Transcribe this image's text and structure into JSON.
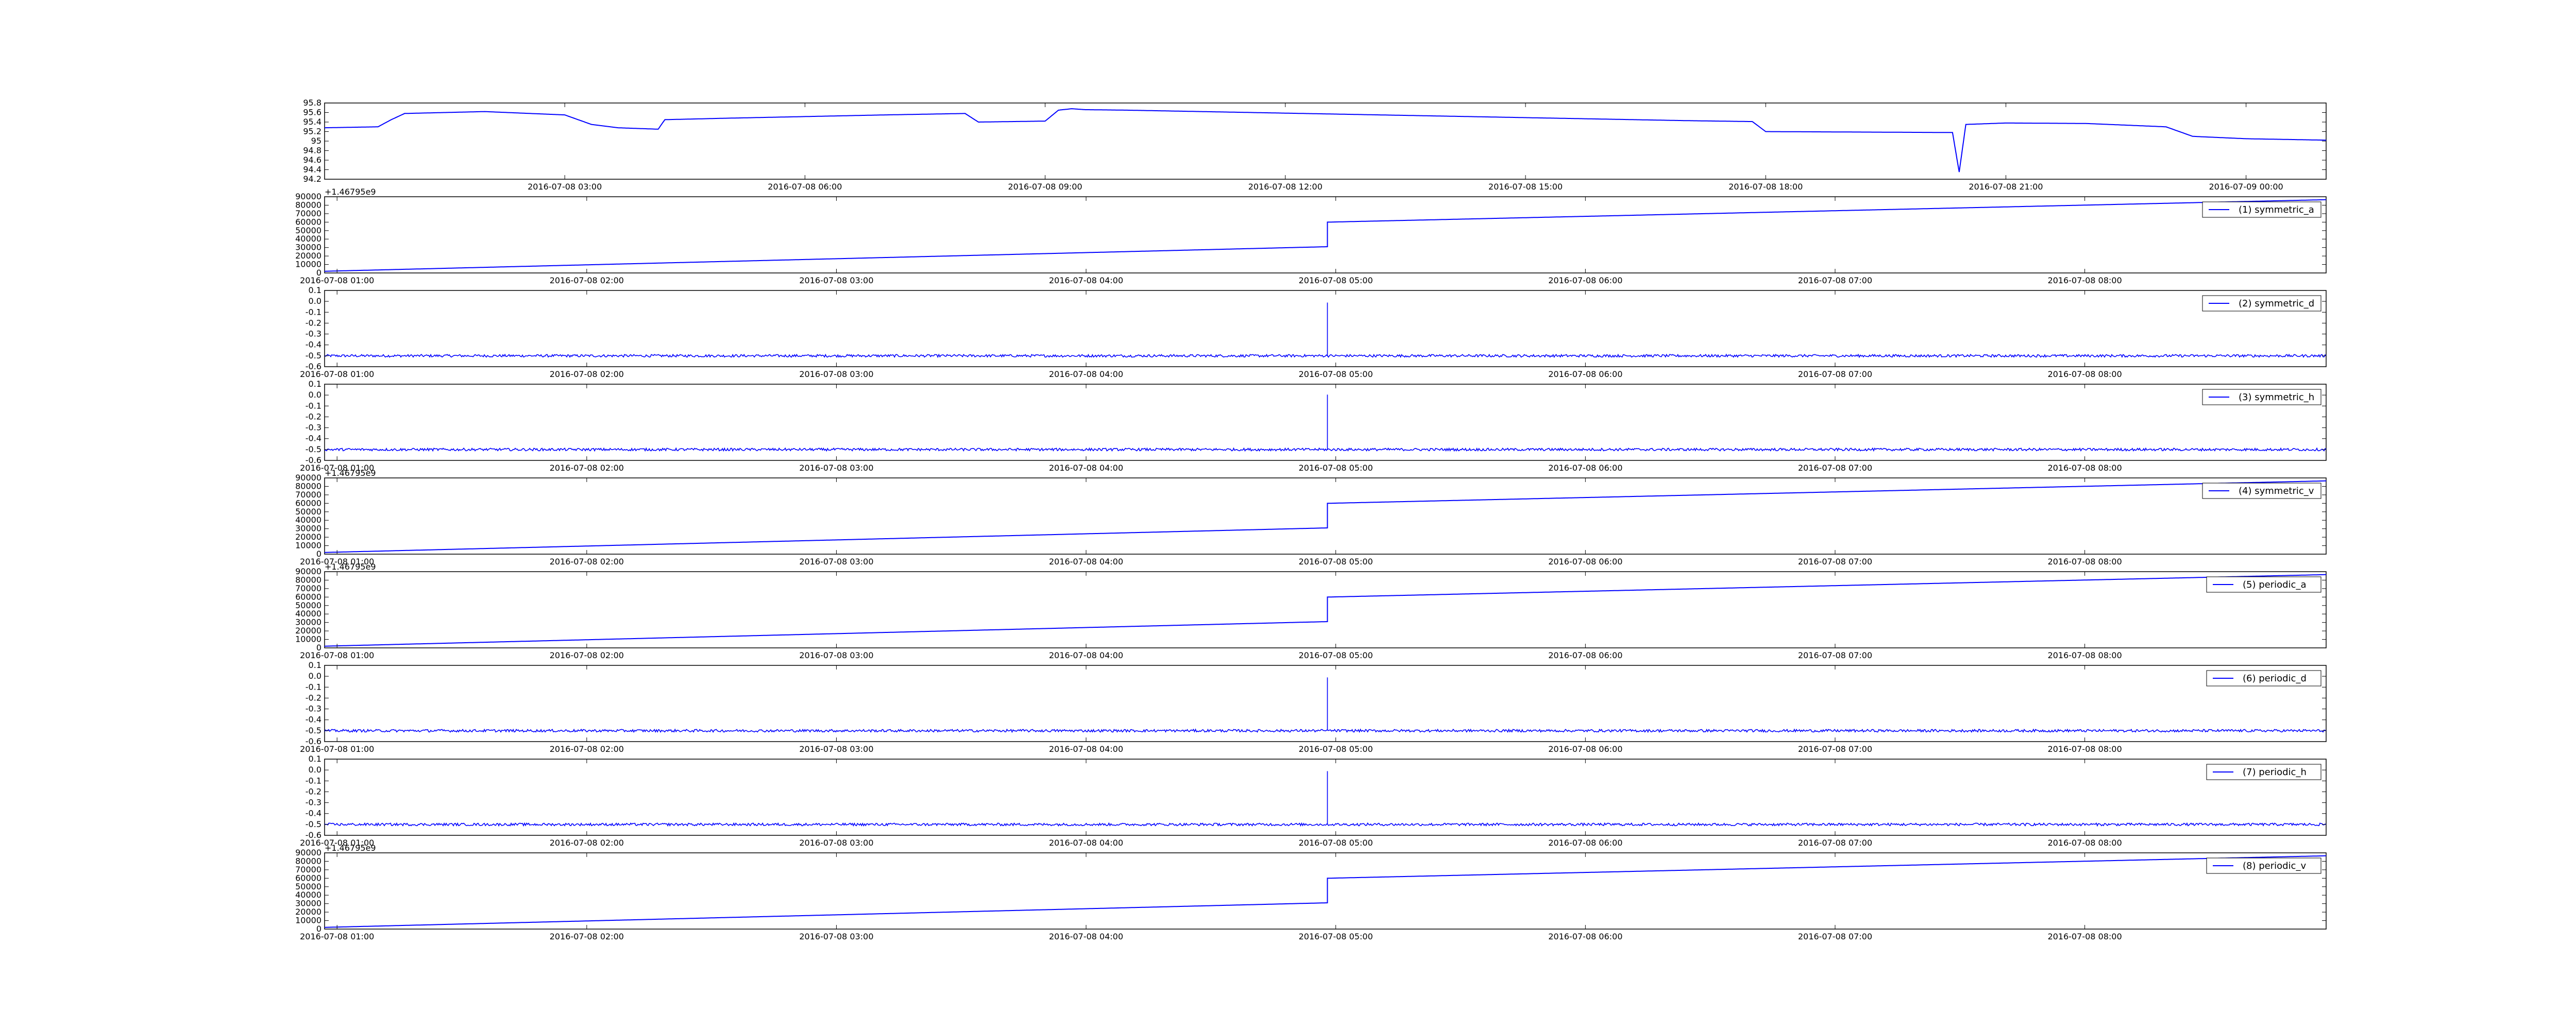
{
  "figure": {
    "background": "#ffffff",
    "line_color": "#0000ff",
    "axes_color": "#000000"
  },
  "chart_data": [
    {
      "type": "line",
      "xaxis": "date",
      "xlim": [
        "2016-07-08 00:00",
        "2016-07-09 01:00"
      ],
      "ylim": [
        94.2,
        95.8
      ],
      "yticks": [
        94.2,
        94.4,
        94.6,
        94.8,
        95.0,
        95.2,
        95.4,
        95.6,
        95.8
      ],
      "xticks": [
        "2016-07-08 03:00",
        "2016-07-08 06:00",
        "2016-07-08 09:00",
        "2016-07-08 12:00",
        "2016-07-08 15:00",
        "2016-07-08 18:00",
        "2016-07-08 21:00",
        "2016-07-09 00:00"
      ],
      "offset_text": "",
      "legend": "",
      "series": [
        {
          "x": [
            "2016-07-08 00:00",
            "2016-07-08 00:40",
            "2016-07-08 00:50",
            "2016-07-08 01:00",
            "2016-07-08 02:00",
            "2016-07-08 03:00",
            "2016-07-08 03:20",
            "2016-07-08 03:40",
            "2016-07-08 04:10",
            "2016-07-08 04:15",
            "2016-07-08 05:00",
            "2016-07-08 07:00",
            "2016-07-08 08:00",
            "2016-07-08 08:10",
            "2016-07-08 09:00",
            "2016-07-08 09:10",
            "2016-07-08 09:20",
            "2016-07-08 09:30",
            "2016-07-08 10:00",
            "2016-07-08 17:00",
            "2016-07-08 17:50",
            "2016-07-08 18:00",
            "2016-07-08 20:20",
            "2016-07-08 20:25",
            "2016-07-08 20:30",
            "2016-07-08 21:00",
            "2016-07-08 22:00",
            "2016-07-08 23:00",
            "2016-07-08 23:20",
            "2016-07-09 00:00",
            "2016-07-09 01:00"
          ],
          "y": [
            95.28,
            95.3,
            95.45,
            95.58,
            95.62,
            95.55,
            95.35,
            95.28,
            95.25,
            95.45,
            95.48,
            95.55,
            95.58,
            95.4,
            95.42,
            95.65,
            95.68,
            95.66,
            95.65,
            95.43,
            95.41,
            95.2,
            95.18,
            94.35,
            95.35,
            95.38,
            95.37,
            95.3,
            95.1,
            95.05,
            95.02
          ]
        }
      ]
    },
    {
      "type": "line",
      "xaxis": "date",
      "xlim": [
        "2016-07-08 00:57",
        "2016-07-08 08:58"
      ],
      "ylim": [
        0,
        90000
      ],
      "yticks": [
        0,
        10000,
        20000,
        30000,
        40000,
        50000,
        60000,
        70000,
        80000,
        90000
      ],
      "xticks": [
        "2016-07-08 01:00",
        "2016-07-08 02:00",
        "2016-07-08 03:00",
        "2016-07-08 04:00",
        "2016-07-08 05:00",
        "2016-07-08 06:00",
        "2016-07-08 07:00",
        "2016-07-08 08:00"
      ],
      "offset_text": "+1.46795e9",
      "legend": "(1) symmetric_a",
      "series": [
        {
          "x": [
            "2016-07-08 00:57",
            "2016-07-08 04:58",
            "2016-07-08 04:58",
            "2016-07-08 08:58"
          ],
          "y": [
            2000,
            31000,
            60000,
            86500
          ]
        }
      ]
    },
    {
      "type": "line",
      "xaxis": "date",
      "xlim": [
        "2016-07-08 00:57",
        "2016-07-08 08:58"
      ],
      "ylim": [
        -0.6,
        0.1
      ],
      "yticks": [
        -0.6,
        -0.5,
        -0.4,
        -0.3,
        -0.2,
        -0.1,
        0.0,
        0.1
      ],
      "xticks": [
        "2016-07-08 01:00",
        "2016-07-08 02:00",
        "2016-07-08 03:00",
        "2016-07-08 04:00",
        "2016-07-08 05:00",
        "2016-07-08 06:00",
        "2016-07-08 07:00",
        "2016-07-08 08:00"
      ],
      "offset_text": "",
      "legend": "(2) symmetric_d",
      "series": [
        {
          "x": [
            "2016-07-08 00:57",
            "2016-07-08 04:58",
            "2016-07-08 04:58",
            "2016-07-08 04:58",
            "2016-07-08 08:58"
          ],
          "y": [
            -0.5,
            -0.5,
            0.0,
            -0.5,
            -0.5
          ],
          "noise": 0.012
        }
      ]
    },
    {
      "type": "line",
      "xaxis": "date",
      "xlim": [
        "2016-07-08 00:57",
        "2016-07-08 08:58"
      ],
      "ylim": [
        -0.6,
        0.1
      ],
      "yticks": [
        -0.6,
        -0.5,
        -0.4,
        -0.3,
        -0.2,
        -0.1,
        0.0,
        0.1
      ],
      "xticks": [
        "2016-07-08 01:00",
        "2016-07-08 02:00",
        "2016-07-08 03:00",
        "2016-07-08 04:00",
        "2016-07-08 05:00",
        "2016-07-08 06:00",
        "2016-07-08 07:00",
        "2016-07-08 08:00"
      ],
      "offset_text": "",
      "legend": "(3) symmetric_h",
      "series": [
        {
          "x": [
            "2016-07-08 00:57",
            "2016-07-08 04:58",
            "2016-07-08 04:58",
            "2016-07-08 04:58",
            "2016-07-08 08:58"
          ],
          "y": [
            -0.5,
            -0.5,
            0.0,
            -0.5,
            -0.5
          ],
          "noise": 0.012
        }
      ]
    },
    {
      "type": "line",
      "xaxis": "date",
      "xlim": [
        "2016-07-08 00:57",
        "2016-07-08 08:58"
      ],
      "ylim": [
        0,
        90000
      ],
      "yticks": [
        0,
        10000,
        20000,
        30000,
        40000,
        50000,
        60000,
        70000,
        80000,
        90000
      ],
      "xticks": [
        "2016-07-08 01:00",
        "2016-07-08 02:00",
        "2016-07-08 03:00",
        "2016-07-08 04:00",
        "2016-07-08 05:00",
        "2016-07-08 06:00",
        "2016-07-08 07:00",
        "2016-07-08 08:00"
      ],
      "offset_text": "+1.46795e9",
      "legend": "(4) symmetric_v",
      "series": [
        {
          "x": [
            "2016-07-08 00:57",
            "2016-07-08 04:58",
            "2016-07-08 04:58",
            "2016-07-08 08:58"
          ],
          "y": [
            2000,
            31000,
            60000,
            86500
          ]
        }
      ]
    },
    {
      "type": "line",
      "xaxis": "date",
      "xlim": [
        "2016-07-08 00:57",
        "2016-07-08 08:58"
      ],
      "ylim": [
        0,
        90000
      ],
      "yticks": [
        0,
        10000,
        20000,
        30000,
        40000,
        50000,
        60000,
        70000,
        80000,
        90000
      ],
      "xticks": [
        "2016-07-08 01:00",
        "2016-07-08 02:00",
        "2016-07-08 03:00",
        "2016-07-08 04:00",
        "2016-07-08 05:00",
        "2016-07-08 06:00",
        "2016-07-08 07:00",
        "2016-07-08 08:00"
      ],
      "offset_text": "+1.46795e9",
      "legend": "(5) periodic_a",
      "series": [
        {
          "x": [
            "2016-07-08 00:57",
            "2016-07-08 04:58",
            "2016-07-08 04:58",
            "2016-07-08 08:58"
          ],
          "y": [
            2000,
            31000,
            60000,
            86500
          ]
        }
      ]
    },
    {
      "type": "line",
      "xaxis": "date",
      "xlim": [
        "2016-07-08 00:57",
        "2016-07-08 08:58"
      ],
      "ylim": [
        -0.6,
        0.1
      ],
      "yticks": [
        -0.6,
        -0.5,
        -0.4,
        -0.3,
        -0.2,
        -0.1,
        0.0,
        0.1
      ],
      "xticks": [
        "2016-07-08 01:00",
        "2016-07-08 02:00",
        "2016-07-08 03:00",
        "2016-07-08 04:00",
        "2016-07-08 05:00",
        "2016-07-08 06:00",
        "2016-07-08 07:00",
        "2016-07-08 08:00"
      ],
      "offset_text": "",
      "legend": "(6) periodic_d",
      "series": [
        {
          "x": [
            "2016-07-08 00:57",
            "2016-07-08 04:58",
            "2016-07-08 04:58",
            "2016-07-08 04:58",
            "2016-07-08 08:58"
          ],
          "y": [
            -0.5,
            -0.5,
            0.0,
            -0.5,
            -0.5
          ],
          "noise": 0.012
        }
      ]
    },
    {
      "type": "line",
      "xaxis": "date",
      "xlim": [
        "2016-07-08 00:57",
        "2016-07-08 08:58"
      ],
      "ylim": [
        -0.6,
        0.1
      ],
      "yticks": [
        -0.6,
        -0.5,
        -0.4,
        -0.3,
        -0.2,
        -0.1,
        0.0,
        0.1
      ],
      "xticks": [
        "2016-07-08 01:00",
        "2016-07-08 02:00",
        "2016-07-08 03:00",
        "2016-07-08 04:00",
        "2016-07-08 05:00",
        "2016-07-08 06:00",
        "2016-07-08 07:00",
        "2016-07-08 08:00"
      ],
      "offset_text": "",
      "legend": "(7) periodic_h",
      "series": [
        {
          "x": [
            "2016-07-08 00:57",
            "2016-07-08 04:58",
            "2016-07-08 04:58",
            "2016-07-08 04:58",
            "2016-07-08 08:58"
          ],
          "y": [
            -0.5,
            -0.5,
            0.0,
            -0.5,
            -0.5
          ],
          "noise": 0.012
        }
      ]
    },
    {
      "type": "line",
      "xaxis": "date",
      "xlim": [
        "2016-07-08 00:57",
        "2016-07-08 08:58"
      ],
      "ylim": [
        0,
        90000
      ],
      "yticks": [
        0,
        10000,
        20000,
        30000,
        40000,
        50000,
        60000,
        70000,
        80000,
        90000
      ],
      "xticks": [
        "2016-07-08 01:00",
        "2016-07-08 02:00",
        "2016-07-08 03:00",
        "2016-07-08 04:00",
        "2016-07-08 05:00",
        "2016-07-08 06:00",
        "2016-07-08 07:00",
        "2016-07-08 08:00"
      ],
      "offset_text": "+1.46795e9",
      "legend": "(8) periodic_v",
      "series": [
        {
          "x": [
            "2016-07-08 00:57",
            "2016-07-08 04:58",
            "2016-07-08 04:58",
            "2016-07-08 08:58"
          ],
          "y": [
            2000,
            31000,
            60000,
            86500
          ]
        }
      ]
    }
  ]
}
